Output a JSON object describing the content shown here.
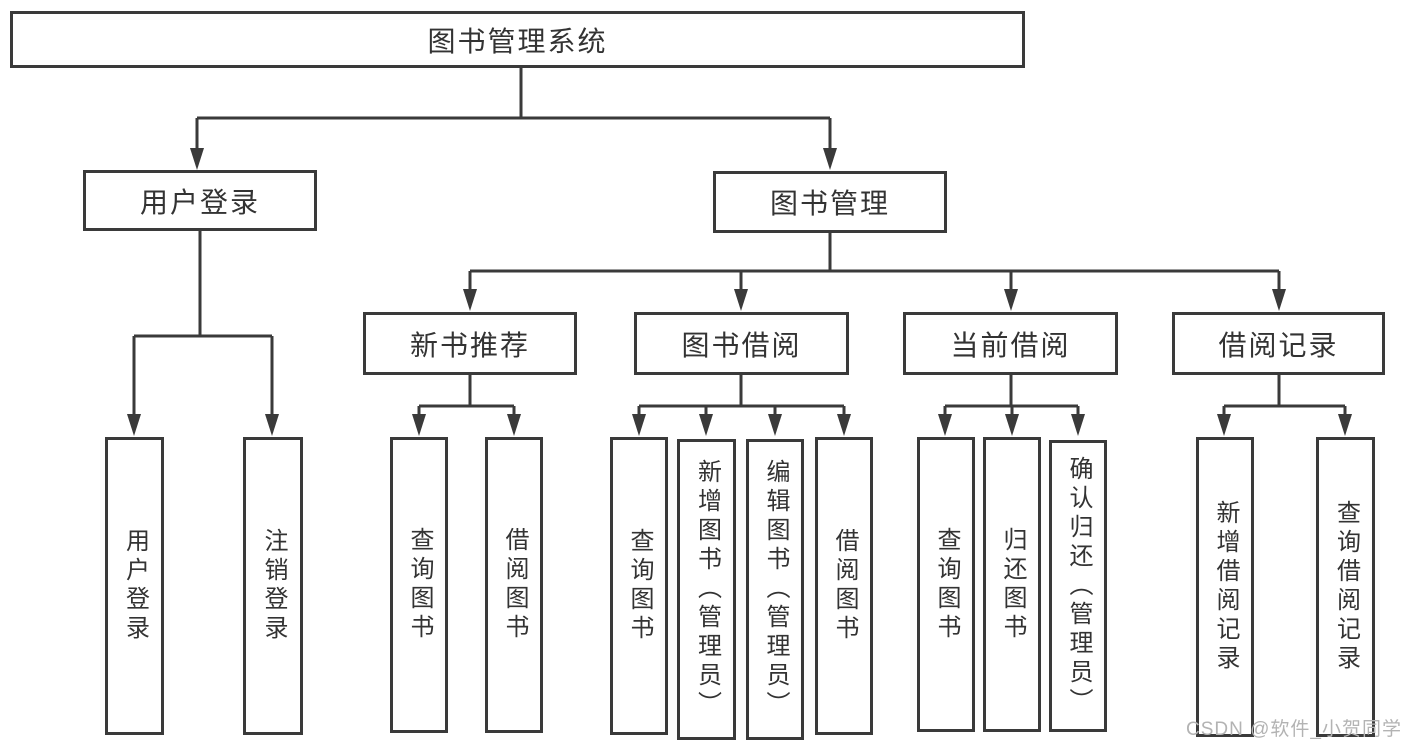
{
  "diagram": {
    "title": "图书管理系统",
    "root": "图书管理系统",
    "user_login": {
      "label": "用户登录",
      "children": [
        "用户登录",
        "注销登录"
      ]
    },
    "book_mgmt": {
      "label": "图书管理",
      "sections": [
        {
          "label": "新书推荐",
          "children": [
            "查询图书",
            "借阅图书"
          ]
        },
        {
          "label": "图书借阅",
          "children": [
            "查询图书",
            "新增图书（管理员）",
            "编辑图书（管理员）",
            "借阅图书"
          ]
        },
        {
          "label": "当前借阅",
          "children": [
            "查询图书",
            "归还图书",
            "确认归还（管理员）"
          ]
        },
        {
          "label": "借阅记录",
          "children": [
            "新增借阅记录",
            "查询借阅记录"
          ]
        }
      ]
    }
  },
  "watermark": {
    "text": "CSDN @软件_小贺同学"
  },
  "colors": {
    "line": "#3a3a3a",
    "text": "#333333",
    "watermark": "#b3b3b3",
    "background": "#ffffff"
  }
}
